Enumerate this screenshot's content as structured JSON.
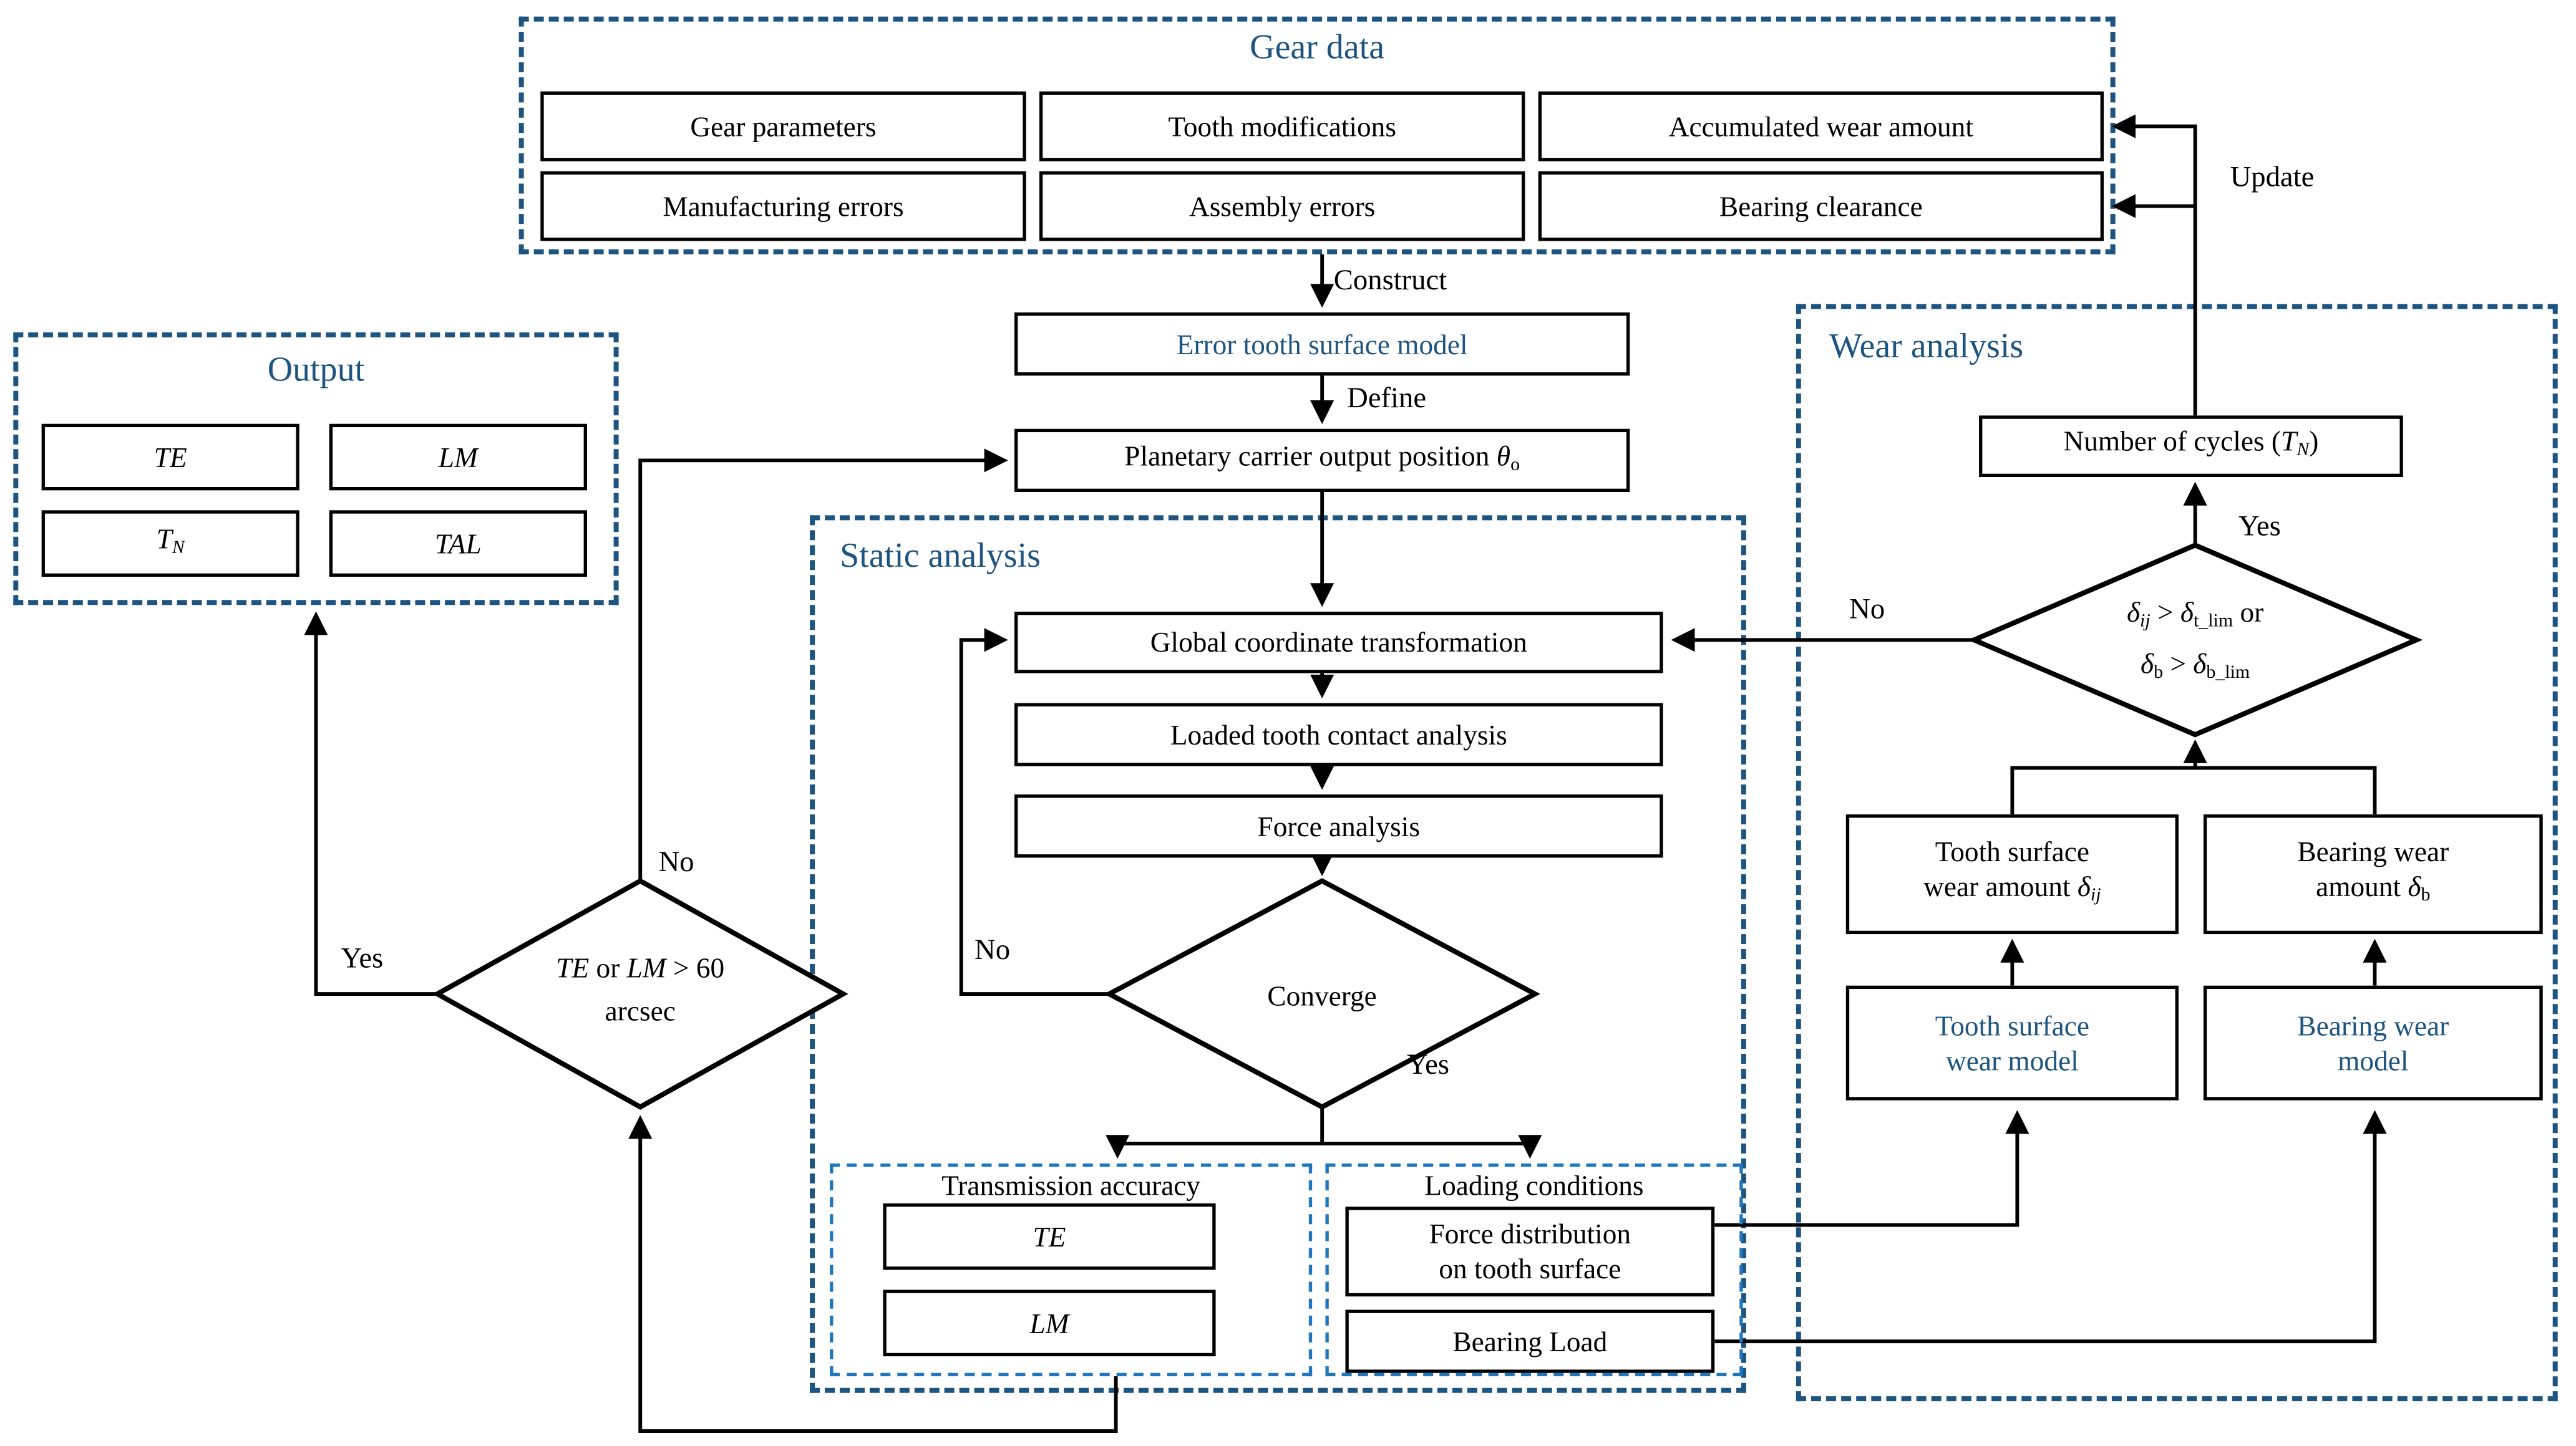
{
  "colors": {
    "accent": "#1d5480",
    "inner_border": "#2177bd",
    "line": "#000000",
    "box_bg": "#ffffff"
  },
  "gear_data": {
    "title": "Gear data",
    "cells": [
      "Gear parameters",
      "Tooth modifications",
      "Accumulated wear amount",
      "Manufacturing errors",
      "Assembly errors",
      "Bearing clearance"
    ]
  },
  "flow_labels": {
    "construct": "Construct",
    "define": "Define",
    "update": "Update"
  },
  "error_model": "Error tooth surface model",
  "planetary": [
    {
      "t": "Planetary carrier output position "
    },
    {
      "t": "θ",
      "s": "i"
    },
    {
      "t": "o",
      "s": "sub"
    }
  ],
  "output": {
    "title": "Output",
    "te": [
      {
        "t": "TE",
        "s": "i"
      }
    ],
    "lm": [
      {
        "t": "LM",
        "s": "i"
      }
    ],
    "tn": [
      {
        "t": "T",
        "s": "i"
      },
      {
        "t": "N",
        "s": "subi"
      }
    ],
    "tal": [
      {
        "t": "TAL",
        "s": "i"
      }
    ]
  },
  "left_diamond": {
    "line1": [
      {
        "t": "TE",
        "s": "i"
      },
      {
        "t": " or "
      },
      {
        "t": "LM",
        "s": "i"
      },
      {
        "t": " > 60"
      }
    ],
    "line2": "arcsec",
    "yes": "Yes",
    "no": "No"
  },
  "static": {
    "title": "Static analysis",
    "global": "Global coordinate transformation",
    "ltca": "Loaded tooth contact analysis",
    "force": "Force analysis",
    "converge": "Converge",
    "no": "No",
    "yes": "Yes",
    "transmission": {
      "title": "Transmission accuracy",
      "te": [
        {
          "t": "TE",
          "s": "i"
        }
      ],
      "lm": [
        {
          "t": "LM",
          "s": "i"
        }
      ]
    },
    "loading": {
      "title": "Loading conditions",
      "force_dist_line1": "Force distribution",
      "force_dist_line2": "on tooth surface",
      "bearing_load": "Bearing Load"
    }
  },
  "wear": {
    "title": "Wear analysis",
    "cycles": [
      {
        "t": "Number of cycles ("
      },
      {
        "t": "T",
        "s": "i"
      },
      {
        "t": "N",
        "s": "subi"
      },
      {
        "t": ")"
      }
    ],
    "yes": "Yes",
    "no": "No",
    "diamond_line1": [
      {
        "t": "δ",
        "s": "i"
      },
      {
        "t": "ij",
        "s": "subi"
      },
      {
        "t": " > "
      },
      {
        "t": "δ",
        "s": "i"
      },
      {
        "t": "t_lim",
        "s": "sub"
      },
      {
        "t": " or"
      }
    ],
    "diamond_line2": [
      {
        "t": "δ",
        "s": "i"
      },
      {
        "t": "b",
        "s": "sub"
      },
      {
        "t": " > "
      },
      {
        "t": "δ",
        "s": "i"
      },
      {
        "t": "b_lim",
        "s": "sub"
      }
    ],
    "tooth_amount_line1": "Tooth surface",
    "tooth_amount_line2": [
      {
        "t": "wear amount "
      },
      {
        "t": "δ",
        "s": "i"
      },
      {
        "t": "ij",
        "s": "subi"
      }
    ],
    "bearing_amount_line1": "Bearing wear",
    "bearing_amount_line2": [
      {
        "t": "amount "
      },
      {
        "t": "δ",
        "s": "i"
      },
      {
        "t": "b",
        "s": "sub"
      }
    ],
    "tooth_model_line1": "Tooth surface",
    "tooth_model_line2": "wear model",
    "bearing_model_line1": "Bearing wear",
    "bearing_model_line2": "model"
  }
}
